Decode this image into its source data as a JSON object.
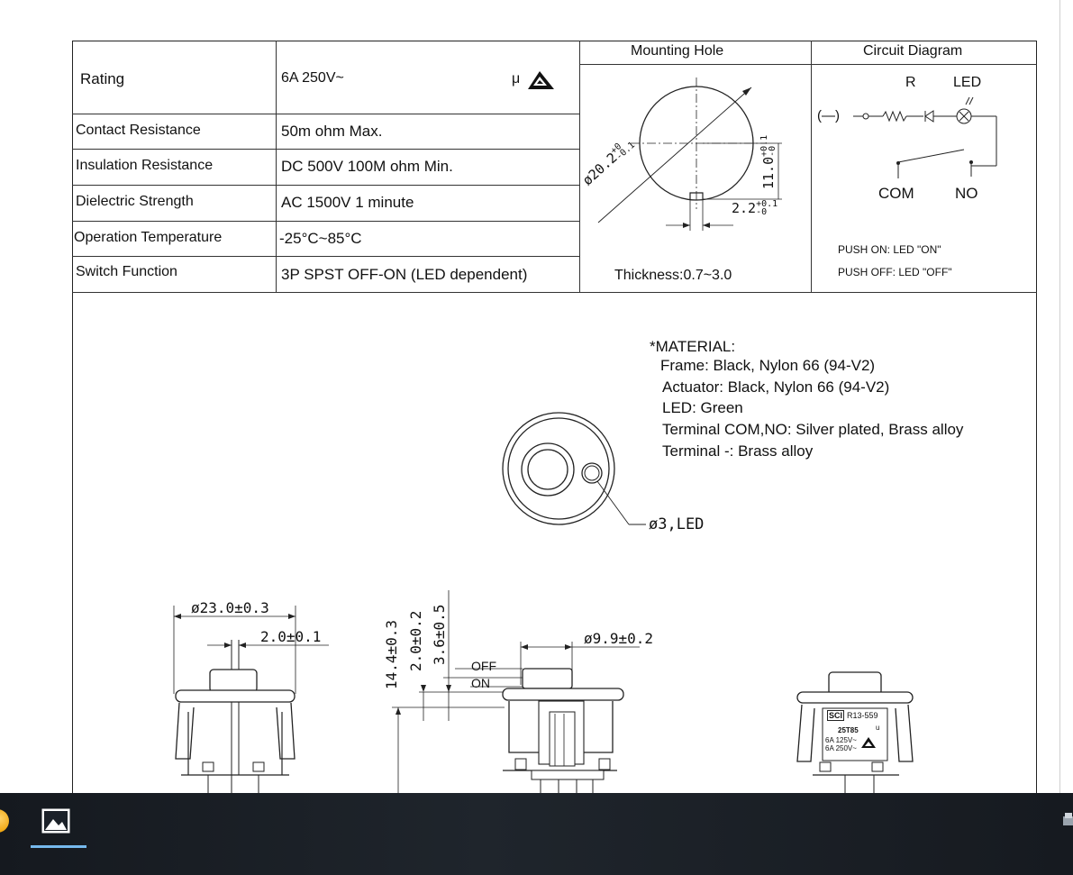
{
  "spec_table": {
    "rows": [
      {
        "label": "Rating",
        "value": "6A 250V~"
      },
      {
        "label": "Contact Resistance",
        "value": "50m ohm Max."
      },
      {
        "label": "Insulation Resistance",
        "value": "DC 500V 100M ohm Min."
      },
      {
        "label": "Dielectric Strength",
        "value": "AC 1500V 1 minute"
      },
      {
        "label": "Operation Temperature",
        "value": "-25°C~85°C"
      },
      {
        "label": "Switch Function",
        "value": "3P SPST OFF-ON (LED dependent)"
      }
    ],
    "ul_mark": "μ"
  },
  "mounting_hole": {
    "header": "Mounting Hole",
    "dia_label": "ø20.2",
    "dia_tol_plus": "+0",
    "dia_tol_minus": "-0.1",
    "height_label": "11.0",
    "height_tol_plus": "+0.1",
    "height_tol_minus": "-0",
    "slot_label": "2.2",
    "slot_tol_plus": "+0.1",
    "slot_tol_minus": "-0",
    "thickness": "Thickness:0.7~3.0"
  },
  "circuit_diagram": {
    "header": "Circuit Diagram",
    "r_label": "R",
    "led_label": "LED",
    "minus_label": "(—)",
    "com_label": "COM",
    "no_label": "NO",
    "push_on": "PUSH ON: LED \"ON\"",
    "push_off": "PUSH OFF: LED \"OFF\""
  },
  "material": {
    "title": "*MATERIAL:",
    "lines": [
      "Frame: Black, Nylon 66 (94-V2)",
      "Actuator: Black, Nylon 66 (94-V2)",
      "LED: Green",
      "Terminal COM,NO: Silver plated, Brass alloy",
      "Terminal -: Brass alloy"
    ]
  },
  "drawing_dims": {
    "led_dia": "ø3,LED",
    "outer_dia": "ø23.0±0.3",
    "actuator_offset": "2.0±0.1",
    "total_height": "14.4±0.3",
    "travel": "2.0±0.2",
    "cap_height": "3.6±0.5",
    "off_label": "OFF",
    "on_label": "ON",
    "actuator_dia": "ø9.9±0.2"
  },
  "label_plate": {
    "brand": "SCI",
    "model": "R13-559",
    "temp": "25T85",
    "rating_1": "6A 125V~",
    "rating_2": "6A 250V~",
    "u_mark": "u"
  },
  "taskbar": {
    "photos_icon": "photos-app-icon",
    "accent": "#76b9ed"
  }
}
